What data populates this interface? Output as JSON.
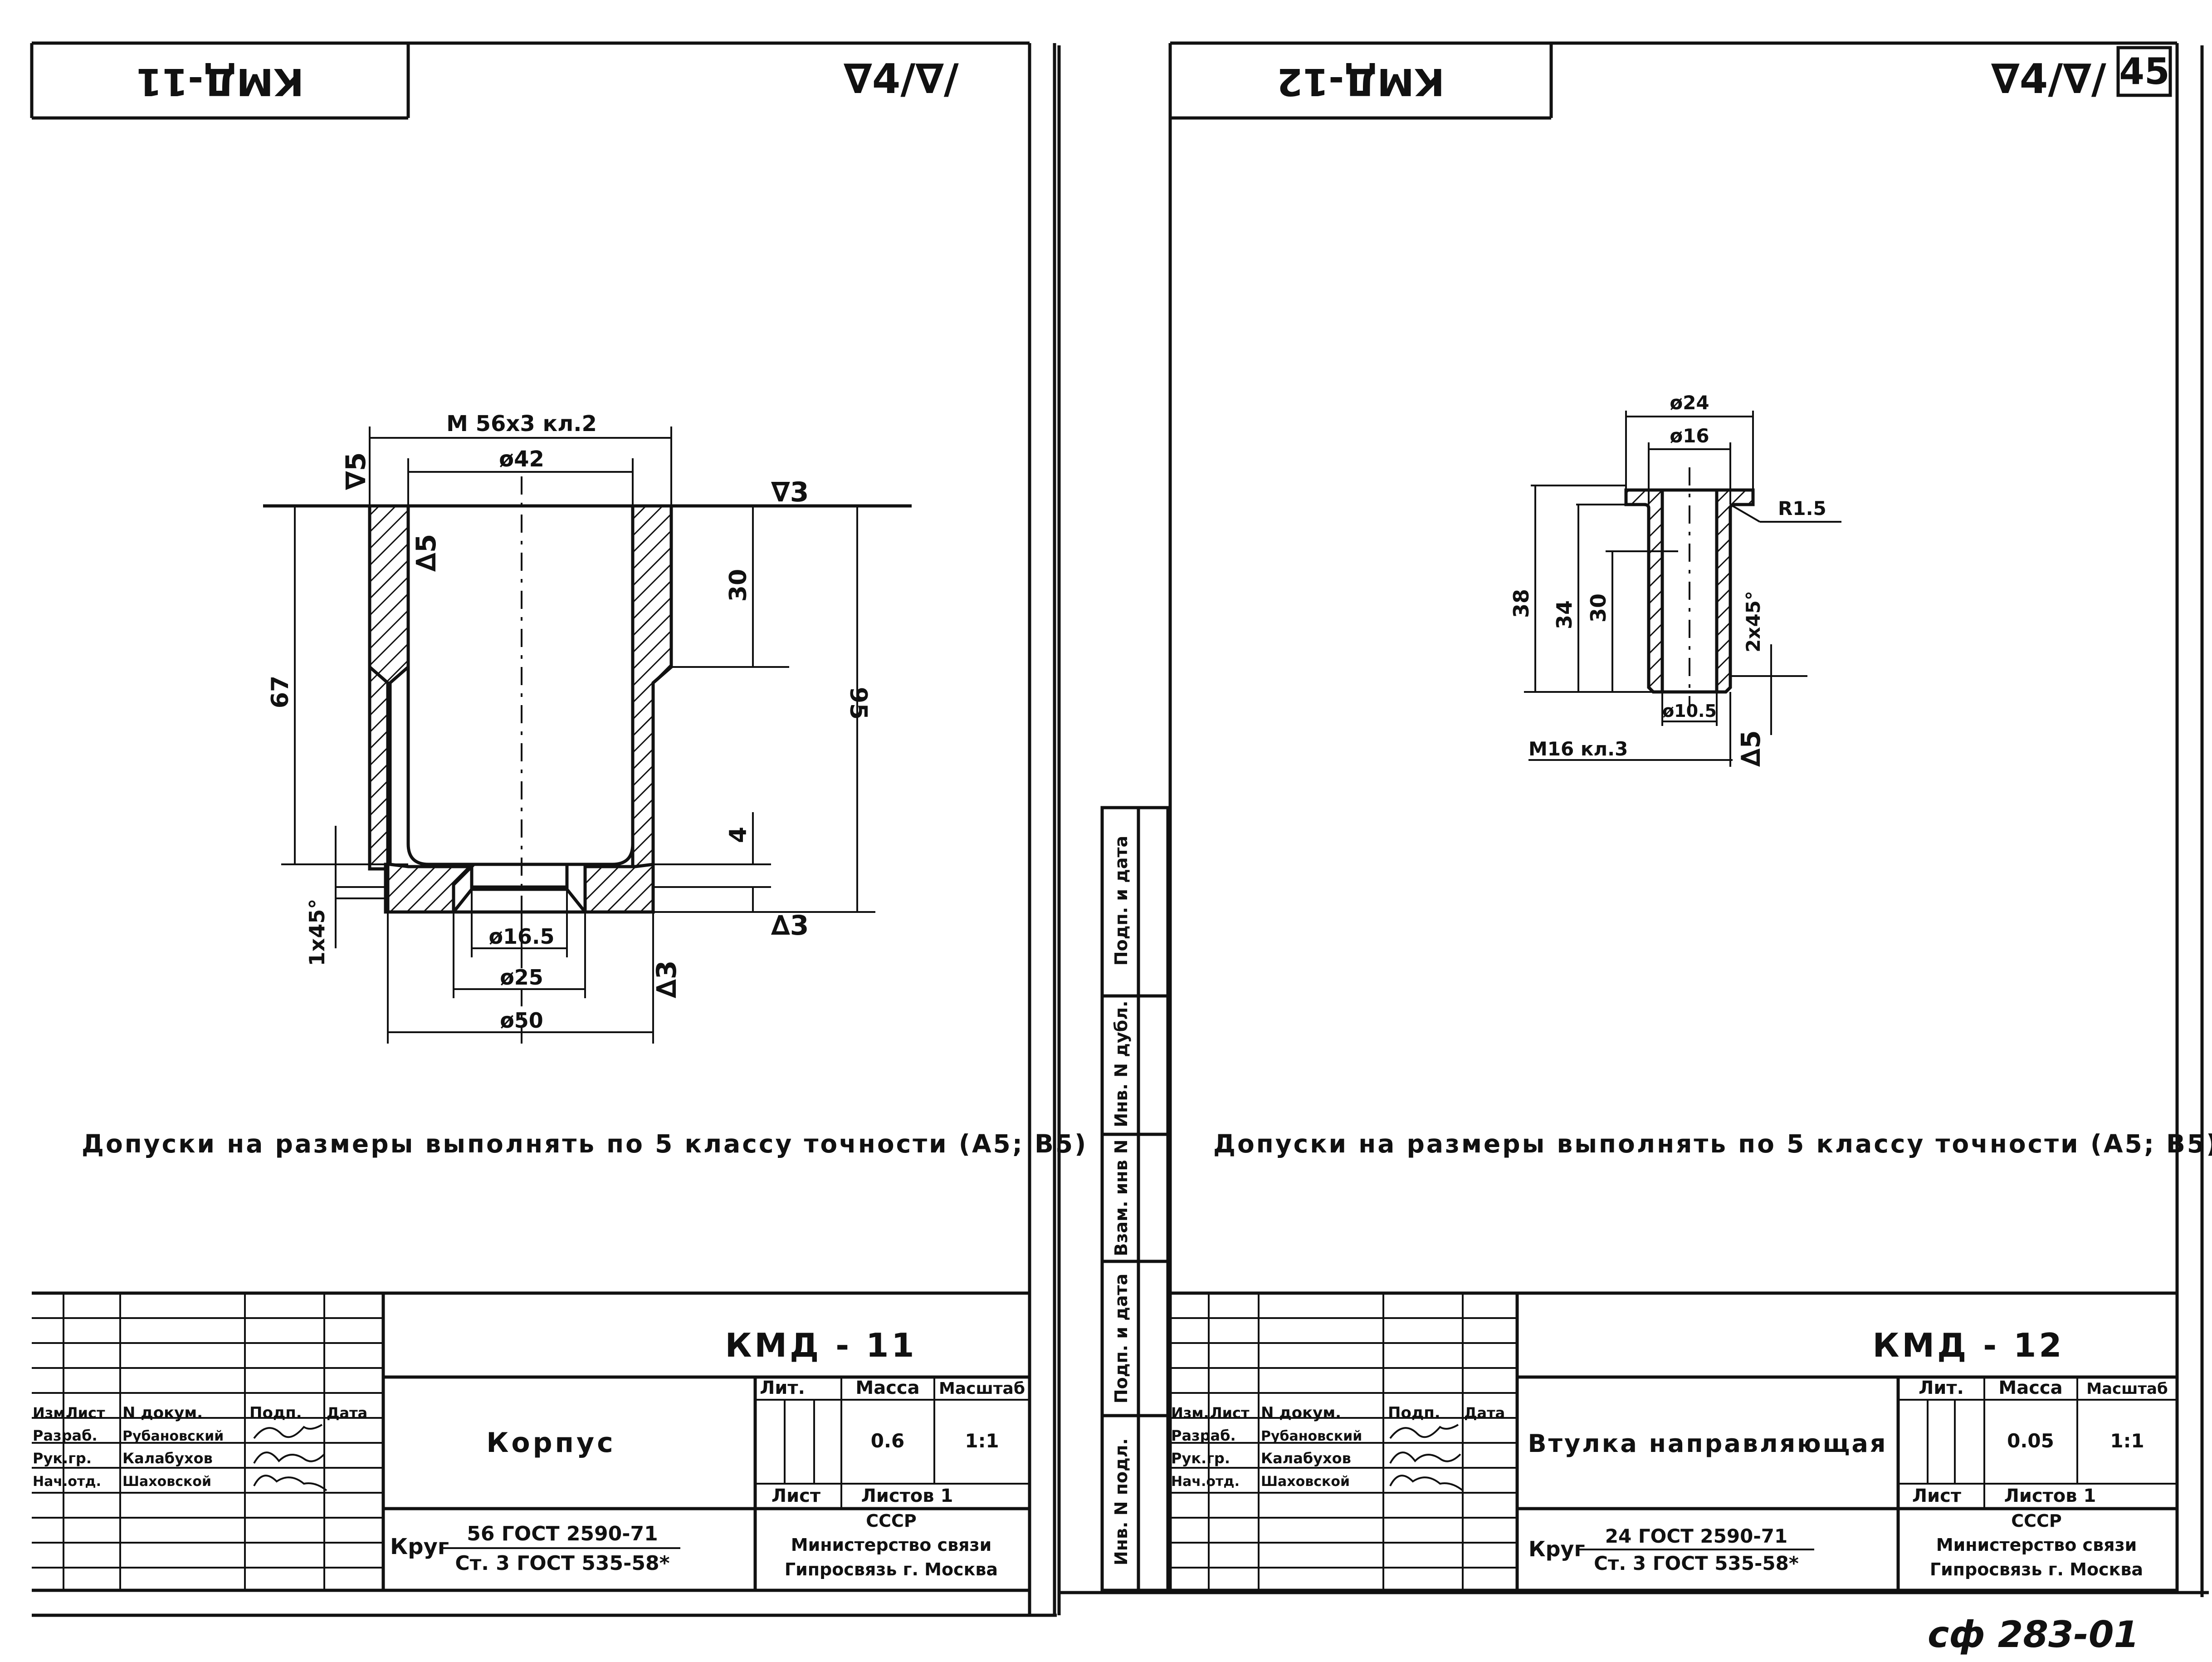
{
  "page_number": "45",
  "doc_code": "сф 283-01",
  "left_sheet": {
    "stamp_code": "КМД-11",
    "roughness_mark": "∇4/∇/",
    "dims": {
      "thread": "M 56x3  кл.2",
      "bore": "ø42",
      "chamfer": "1x45°",
      "h67": "67",
      "h95": "95",
      "h30": "30",
      "h4": "4",
      "d16_5": "ø16.5",
      "d25": "ø25",
      "d50": "ø50"
    },
    "roughness_labels": [
      "∇5",
      "∆5",
      "∇3",
      "∆3",
      "∆3"
    ],
    "note": "Допуски на размеры выполнять по 5 классу точности (А5; В5)",
    "title_block": {
      "code": "КМД - 11",
      "part_name": "Корпус",
      "header_lit": "Лит.",
      "header_mass": "Масса",
      "header_scale": "Масштаб",
      "mass": "0.6",
      "scale": "1:1",
      "sheet_label": "Лист",
      "sheets_label": "Листов 1",
      "material_prefix": "Круг",
      "material_top": "56  ГОСТ  2590-71",
      "material_bottom": "Ст. 3  ГОСТ  535-58*",
      "org_line1": "СССР",
      "org_line2": "Министерство связи",
      "org_line3": "Гипросвязь г. Москва",
      "rows": [
        {
          "role": "Изм.",
          "name": "Лист",
          "doc": "N докум.",
          "sign": "Подп.",
          "date": "Дата"
        },
        {
          "role": "Разраб.",
          "name": "Рубановский"
        },
        {
          "role": "Рук.гр.",
          "name": "Калабухов"
        },
        {
          "role": "Нач.отд.",
          "name": "Шаховской"
        }
      ]
    }
  },
  "right_sheet": {
    "stamp_code": "КМД-12",
    "roughness_mark": "∇4/∇/",
    "dims": {
      "d24": "ø24",
      "d16": "ø16",
      "r": "R1.5",
      "h38": "38",
      "h34": "34",
      "h30": "30",
      "chamfer": "2x45°",
      "d10_5": "ø10.5",
      "thread": "M16 кл.3"
    },
    "roughness_labels": [
      "∆5"
    ],
    "note": "Допуски на размеры выполнять по 5 классу точности (А5; В5)",
    "title_block": {
      "code": "КМД - 12",
      "part_name": "Втулка направляющая",
      "header_lit": "Лит.",
      "header_mass": "Масса",
      "header_scale": "Масштаб",
      "mass": "0.05",
      "scale": "1:1",
      "sheet_label": "Лист",
      "sheets_label": "Листов 1",
      "material_prefix": "Круг",
      "material_top": "24  ГОСТ  2590-71",
      "material_bottom": "Ст. 3  ГОСТ  535-58*",
      "org_line1": "СССР",
      "org_line2": "Министерство связи",
      "org_line3": "Гипросвязь г. Москва",
      "rows": [
        {
          "role": "Изм.",
          "name": "Лист",
          "doc": "N докум.",
          "sign": "Подп.",
          "date": "Дата"
        },
        {
          "role": "Разраб.",
          "name": "Рубановский"
        },
        {
          "role": "Рук.гр.",
          "name": "Калабухов"
        },
        {
          "role": "Нач.отд.",
          "name": "Шаховской"
        }
      ]
    }
  },
  "side_stamp": [
    "Инв. N подл.",
    "Подп. и дата",
    "Взам. инв N",
    "Инв. N дубл.",
    "Подп. и дата"
  ]
}
